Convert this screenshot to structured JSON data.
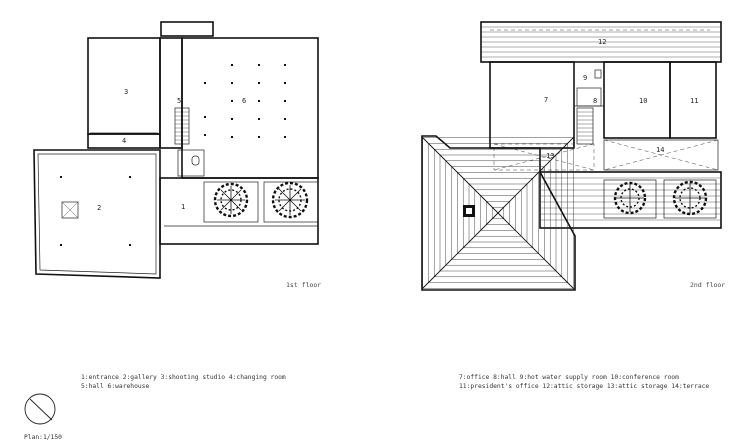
{
  "floor_labels": {
    "first": "1st floor",
    "second": "2nd floor"
  },
  "rooms_first": [
    "1",
    "2",
    "3",
    "4",
    "5",
    "6"
  ],
  "rooms_second": [
    "7",
    "8",
    "9",
    "10",
    "11",
    "12",
    "13",
    "14"
  ],
  "legend_first": {
    "line1": "1:entrance 2:gallery 3:shooting studio 4:changing room",
    "line2": "5:hall 6:warehouse"
  },
  "legend_second": {
    "line1": "7:office 8:hall 9:hot water supply room 10:conference room",
    "line2": "11:president's office 12:attic storage 13:attic storage 14:terrace"
  },
  "scale": "Plan:1/150"
}
